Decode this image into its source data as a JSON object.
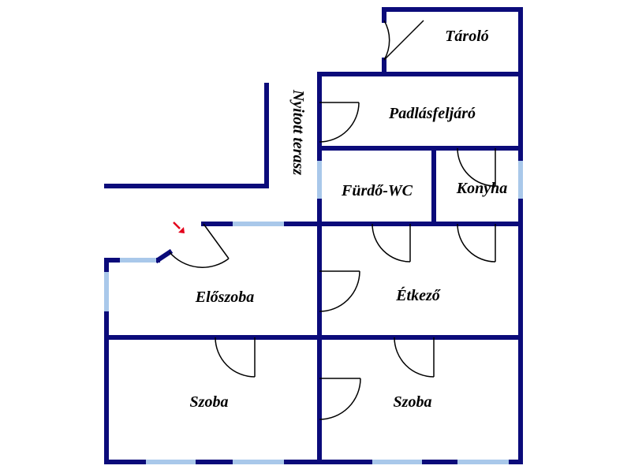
{
  "rooms": {
    "tarolo": "Tároló",
    "padlasfeljaro": "Padlásfeljáró",
    "furdo_wc": "Fürdő-WC",
    "konyha": "Konyha",
    "eloszoba": "Előszoba",
    "etkezo": "Étkező",
    "szoba_left": "Szoba",
    "szoba_right": "Szoba"
  },
  "terrace_label": "Nyitott terasz",
  "colors": {
    "wall": "#0b0b7a",
    "window": "#a9c8ea",
    "door": "#000000",
    "entrance_arrow": "#e3001b"
  },
  "icons": {
    "entrance": "entrance-arrow-icon"
  }
}
